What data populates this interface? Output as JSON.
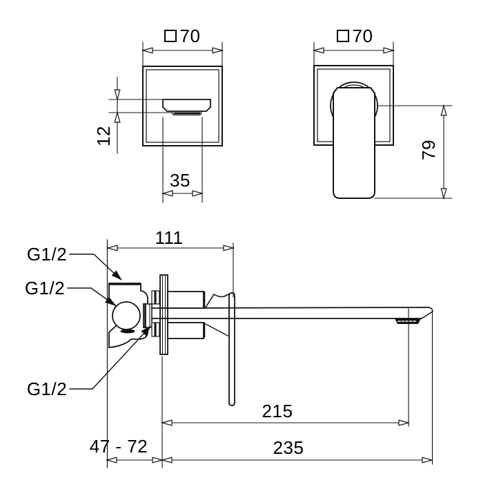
{
  "drawing": {
    "type": "technical-dimension-drawing",
    "subject": "wall-mounted-basin-mixer-with-spout",
    "background_color": "#ffffff",
    "line_color": "#111111",
    "text_color": "#000000"
  },
  "labels": {
    "front_spout_view": {
      "plate_size": "70",
      "spout_height": "12",
      "spout_width": "35"
    },
    "front_handle_view": {
      "plate_size": "70",
      "handle_below_center": "79"
    },
    "side_view": {
      "wall_to_handle": "111",
      "wall_to_aerator": "215",
      "wall_to_tip": "235",
      "rough_in_depth": "47 - 72",
      "thread_top": "G1/2",
      "thread_middle": "G1/2",
      "thread_bottom": "G1/2"
    }
  }
}
